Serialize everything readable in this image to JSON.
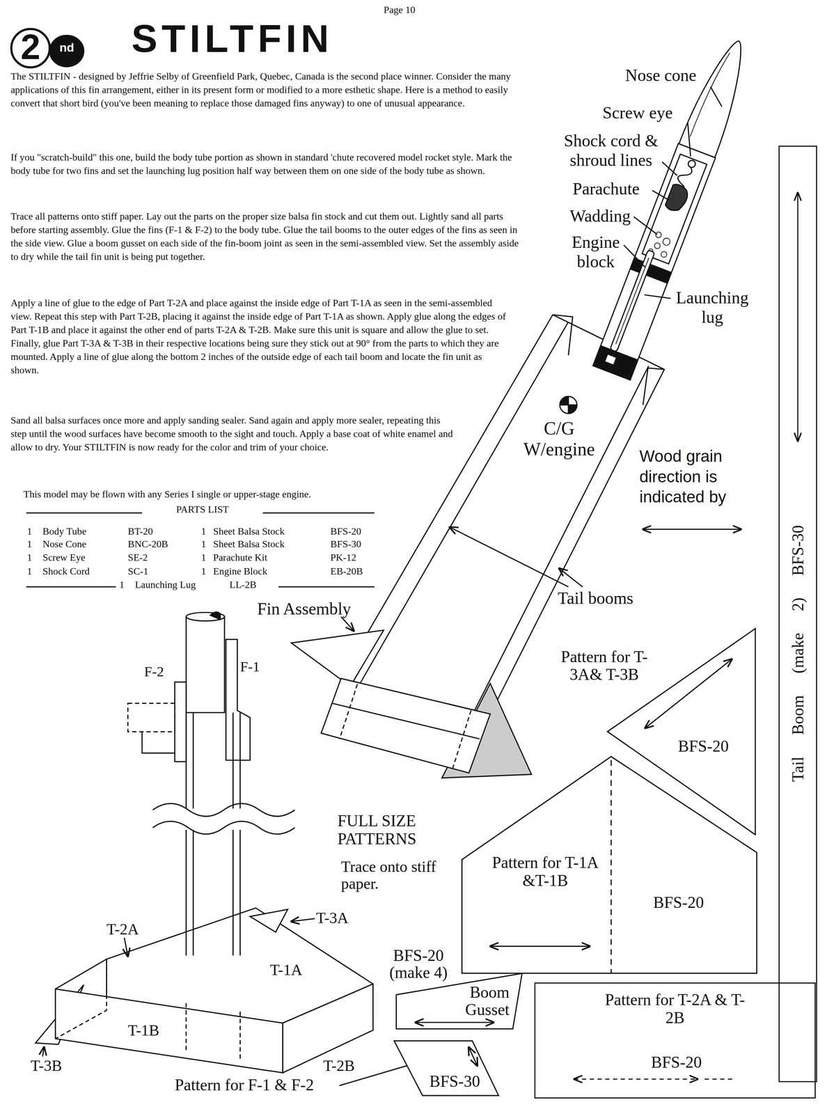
{
  "diagram": {
    "title": "STILTFIN",
    "nodes": [
      {
        "text": [
          "2",
          "nd"
        ]
      },
      {
        "text": [
          "Pattern for T-3A& T-3B",
          "BFS-20"
        ]
      },
      {
        "text": [
          "Pattern for T-1A &T-1B",
          "BFS-20"
        ]
      },
      {
        "text": [
          "BFS-20 (make 4)",
          "Boom Gusset"
        ]
      },
      {
        "text": [
          "Pattern for T-2A & T-2B",
          "BFS-20"
        ]
      },
      {
        "text": [
          "Pattern for F-1 & F-2",
          "BFS-30"
        ]
      },
      {
        "text": [
          "Tail Boom (make 2) BFS-30"
        ]
      }
    ],
    "labels": [
      "Page 10",
      "The STILTFIN - designed by Jeffrie Selby of Greenfield Park, Quebec, Canada is the second place winner. Consider the many applications of this fin arrangement, either in its present form or modified to a more esthetic shape. Here is a method to easily convert that short bird (you've been meaning to replace those damaged fins anyway) to one of unusual appearance.",
      "If you \"scratch-build\" this one, build the body tube portion as shown in standard 'chute recovered model rocket style. Mark the body tube for two fins and set the launching lug position half way between them on one side of the body tube as shown.",
      "Trace all patterns onto stiff paper. Lay out the parts on the proper size balsa fin stock and cut them out. Lightly sand all parts before starting assembly. Glue the fins (F-1 & F-2) to the body tube. Glue the tail booms to the outer edges of the fins as seen in the side view. Glue a boom gusset on each side of the fin-boom joint as seen in the semi-assembled view. Set the assembly aside to dry while the tail fin unit is being put together.",
      "Apply a line of glue to the edge of Part T-2A and place against the inside edge of Part T-1A as seen in the semi-assembled view. Repeat this step with Part T-2B, placing it against the inside edge of Part T-1A as shown. Apply glue along the edges of Part T-1B and place it against the other end of parts T-2A & T-2B. Make sure this unit is square and allow the glue to set. Finally, glue Part T-3A & T-3B in their respective locations being sure they stick out at 90° from the parts to which they are mounted. Apply a line of glue along the bottom 2 inches of the outside edge of each tail boom and locate the fin unit as shown.",
      "Sand all balsa surfaces once more and apply sanding sealer. Sand again and apply more sealer, repeating this step until the wood surfaces have become smooth to the sight and touch. Apply a base coat of white enamel and allow to dry. Your STILTFIN is now ready for the color and trim of your choice.",
      "This model may be flown with any Series I single or upper-stage engine.",
      "PARTS LIST",
      "1",
      "Body Tube",
      "BT-20",
      "1",
      "Sheet Balsa Stock",
      "BFS-20",
      "1",
      "Nose Cone",
      "BNC-20B",
      "1",
      "Sheet Balsa Stock",
      "BFS-30",
      "1",
      "Screw Eye",
      "SE-2",
      "1",
      "Parachute Kit",
      "PK-12",
      "1",
      "Shock Cord",
      "SC-1",
      "1",
      "Engine Block",
      "EB-20B",
      "1",
      "Launching Lug",
      "LL-2B",
      "Nose cone",
      "Screw eye",
      "Shock cord & shroud lines",
      "Parachute",
      "Wadding",
      "Engine block",
      "Launching lug",
      "C/G W/engine",
      "Wood grain direction is indicated by",
      "Tail booms",
      "Fin Assembly",
      "F-2",
      "F-1",
      "FULL SIZE PATTERNS",
      "Trace onto stiff paper.",
      "T-3A",
      "T-2A",
      "T-1A",
      "T-1B",
      "T-2B",
      "T-3B"
    ]
  }
}
